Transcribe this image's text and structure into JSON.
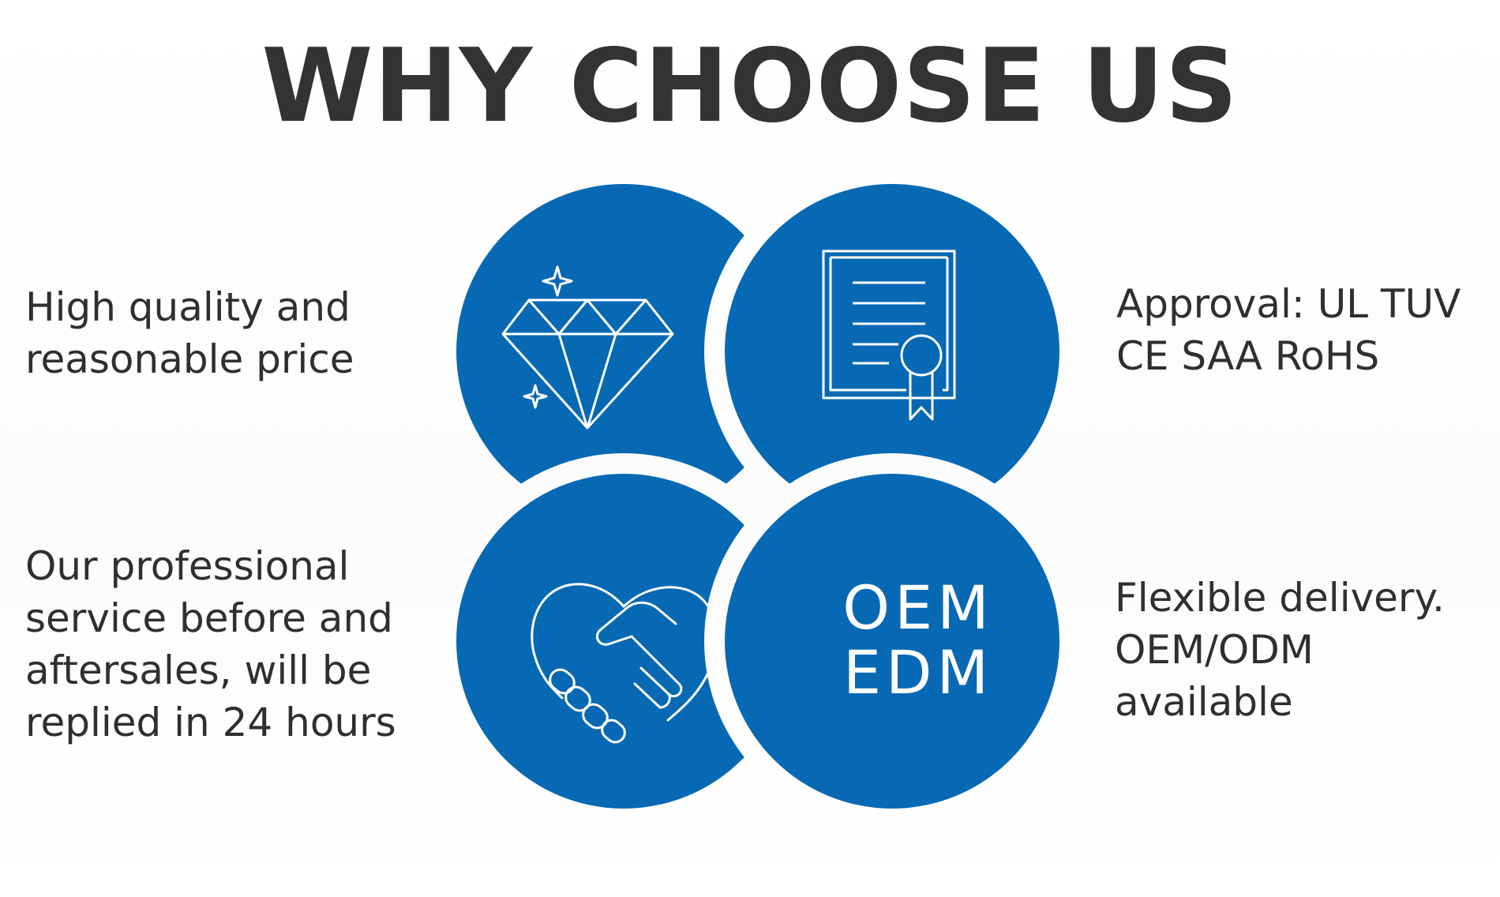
{
  "title": "WHY CHOOSE US",
  "features": {
    "quality": "High quality and\nreasonable price",
    "approval": "Approval: UL TUV\nCE SAA RoHS",
    "service": "Our professional\nservice before and\naftersales, will be\nreplied in 24 hours",
    "delivery": "Flexible delivery.\nOEM/ODM\navailable"
  },
  "badge": {
    "line1": "OEM",
    "line2": "EDM"
  },
  "icons": {
    "top_left": "diamond-icon",
    "top_right": "certificate-icon",
    "bottom_left": "handshake-heart-icon"
  },
  "colors": {
    "circle_blue": "#0769b4",
    "title": "#333333",
    "text": "#2f2f2f",
    "icon_stroke": "#ffffff"
  }
}
